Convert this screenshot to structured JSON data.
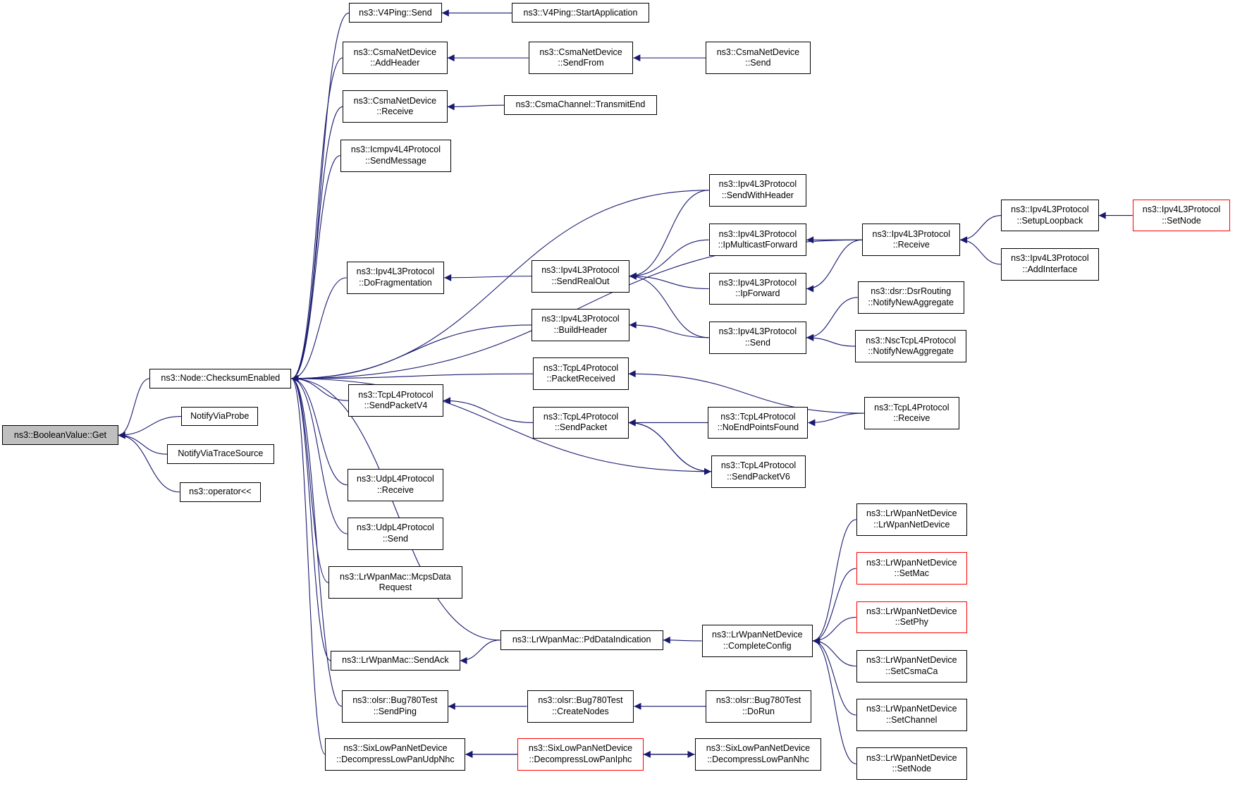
{
  "colors": {
    "edge": "#191970",
    "node_border": "#000000",
    "truncated_border": "#ff0000",
    "root_fill": "#bfbfbf"
  },
  "nodes": [
    {
      "id": "bv_get",
      "label": [
        "ns3::BooleanValue::Get"
      ],
      "root": true
    },
    {
      "id": "checksum",
      "label": [
        "ns3::Node::ChecksumEnabled"
      ]
    },
    {
      "id": "probe",
      "label": [
        "NotifyViaProbe"
      ]
    },
    {
      "id": "trace",
      "label": [
        "NotifyViaTraceSource"
      ]
    },
    {
      "id": "oplt",
      "label": [
        "ns3::operator<<"
      ]
    },
    {
      "id": "v4send",
      "label": [
        "ns3::V4Ping::Send"
      ]
    },
    {
      "id": "v4start",
      "label": [
        "ns3::V4Ping::StartApplication"
      ]
    },
    {
      "id": "csma_add",
      "label": [
        "ns3::CsmaNetDevice",
        "::AddHeader"
      ]
    },
    {
      "id": "csma_sendfrom",
      "label": [
        "ns3::CsmaNetDevice",
        "::SendFrom"
      ]
    },
    {
      "id": "csma_send",
      "label": [
        "ns3::CsmaNetDevice",
        "::Send"
      ]
    },
    {
      "id": "csma_recv",
      "label": [
        "ns3::CsmaNetDevice",
        "::Receive"
      ]
    },
    {
      "id": "csma_tx",
      "label": [
        "ns3::CsmaChannel::TransmitEnd"
      ]
    },
    {
      "id": "icmp",
      "label": [
        "ns3::Icmpv4L4Protocol",
        "::SendMessage"
      ]
    },
    {
      "id": "ip_swh",
      "label": [
        "ns3::Ipv4L3Protocol",
        "::SendWithHeader"
      ]
    },
    {
      "id": "ip_mcast",
      "label": [
        "ns3::Ipv4L3Protocol",
        "::IpMulticastForward"
      ]
    },
    {
      "id": "ip_recv",
      "label": [
        "ns3::Ipv4L3Protocol",
        "::Receive"
      ]
    },
    {
      "id": "ip_loop",
      "label": [
        "ns3::Ipv4L3Protocol",
        "::SetupLoopback"
      ]
    },
    {
      "id": "ip_setnode",
      "label": [
        "ns3::Ipv4L3Protocol",
        "::SetNode"
      ],
      "truncated": true
    },
    {
      "id": "ip_frag",
      "label": [
        "ns3::Ipv4L3Protocol",
        "::DoFragmentation"
      ]
    },
    {
      "id": "ip_sro",
      "label": [
        "ns3::Ipv4L3Protocol",
        "::SendRealOut"
      ]
    },
    {
      "id": "ip_fwd",
      "label": [
        "ns3::Ipv4L3Protocol",
        "::IpForward"
      ]
    },
    {
      "id": "ip_addif",
      "label": [
        "ns3::Ipv4L3Protocol",
        "::AddInterface"
      ]
    },
    {
      "id": "dsr",
      "label": [
        "ns3::dsr::DsrRouting",
        "::NotifyNewAggregate"
      ]
    },
    {
      "id": "ip_bh",
      "label": [
        "ns3::Ipv4L3Protocol",
        "::BuildHeader"
      ]
    },
    {
      "id": "ip_send",
      "label": [
        "ns3::Ipv4L3Protocol",
        "::Send"
      ]
    },
    {
      "id": "nsc",
      "label": [
        "ns3::NscTcpL4Protocol",
        "::NotifyNewAggregate"
      ]
    },
    {
      "id": "tcp_pr",
      "label": [
        "ns3::TcpL4Protocol",
        "::PacketReceived"
      ]
    },
    {
      "id": "tcp_spv4",
      "label": [
        "ns3::TcpL4Protocol",
        "::SendPacketV4"
      ]
    },
    {
      "id": "tcp_sp",
      "label": [
        "ns3::TcpL4Protocol",
        "::SendPacket"
      ]
    },
    {
      "id": "tcp_nep",
      "label": [
        "ns3::TcpL4Protocol",
        "::NoEndPointsFound"
      ]
    },
    {
      "id": "tcp_recv",
      "label": [
        "ns3::TcpL4Protocol",
        "::Receive"
      ]
    },
    {
      "id": "tcp_spv6",
      "label": [
        "ns3::TcpL4Protocol",
        "::SendPacketV6"
      ]
    },
    {
      "id": "udp_recv",
      "label": [
        "ns3::UdpL4Protocol",
        "::Receive"
      ]
    },
    {
      "id": "udp_send",
      "label": [
        "ns3::UdpL4Protocol",
        "::Send"
      ]
    },
    {
      "id": "lr_mcps",
      "label": [
        "ns3::LrWpanMac::McpsData",
        "Request"
      ]
    },
    {
      "id": "lr_dev",
      "label": [
        "ns3::LrWpanNetDevice",
        "::LrWpanNetDevice"
      ]
    },
    {
      "id": "lr_setmac",
      "label": [
        "ns3::LrWpanNetDevice",
        "::SetMac"
      ],
      "truncated": true
    },
    {
      "id": "lr_setphy",
      "label": [
        "ns3::LrWpanNetDevice",
        "::SetPhy"
      ],
      "truncated": true
    },
    {
      "id": "lr_pd",
      "label": [
        "ns3::LrWpanMac::PdDataIndication"
      ]
    },
    {
      "id": "lr_cc",
      "label": [
        "ns3::LrWpanNetDevice",
        "::CompleteConfig"
      ]
    },
    {
      "id": "lr_ack",
      "label": [
        "ns3::LrWpanMac::SendAck"
      ]
    },
    {
      "id": "lr_csma",
      "label": [
        "ns3::LrWpanNetDevice",
        "::SetCsmaCa"
      ]
    },
    {
      "id": "lr_chan",
      "label": [
        "ns3::LrWpanNetDevice",
        "::SetChannel"
      ]
    },
    {
      "id": "lr_node",
      "label": [
        "ns3::LrWpanNetDevice",
        "::SetNode"
      ]
    },
    {
      "id": "olsr_ping",
      "label": [
        "ns3::olsr::Bug780Test",
        "::SendPing"
      ]
    },
    {
      "id": "olsr_cn",
      "label": [
        "ns3::olsr::Bug780Test",
        "::CreateNodes"
      ]
    },
    {
      "id": "olsr_run",
      "label": [
        "ns3::olsr::Bug780Test",
        "::DoRun"
      ]
    },
    {
      "id": "six_udp",
      "label": [
        "ns3::SixLowPanNetDevice",
        "::DecompressLowPanUdpNhc"
      ]
    },
    {
      "id": "six_iphc",
      "label": [
        "ns3::SixLowPanNetDevice",
        "::DecompressLowPanIphc"
      ],
      "truncated": true
    },
    {
      "id": "six_nhc",
      "label": [
        "ns3::SixLowPanNetDevice",
        "::DecompressLowPanNhc"
      ]
    }
  ],
  "edges": [
    [
      "checksum",
      "bv_get"
    ],
    [
      "probe",
      "bv_get"
    ],
    [
      "trace",
      "bv_get"
    ],
    [
      "oplt",
      "bv_get"
    ],
    [
      "v4send",
      "checksum"
    ],
    [
      "csma_add",
      "checksum"
    ],
    [
      "csma_recv",
      "checksum"
    ],
    [
      "icmp",
      "checksum"
    ],
    [
      "ip_swh",
      "checksum"
    ],
    [
      "ip_recv",
      "checksum"
    ],
    [
      "ip_frag",
      "checksum"
    ],
    [
      "ip_bh",
      "checksum"
    ],
    [
      "tcp_pr",
      "checksum"
    ],
    [
      "tcp_spv4",
      "checksum"
    ],
    [
      "tcp_spv6",
      "checksum"
    ],
    [
      "udp_recv",
      "checksum"
    ],
    [
      "udp_send",
      "checksum"
    ],
    [
      "lr_mcps",
      "checksum"
    ],
    [
      "lr_pd",
      "checksum"
    ],
    [
      "lr_ack",
      "checksum"
    ],
    [
      "olsr_ping",
      "checksum"
    ],
    [
      "six_udp",
      "checksum"
    ],
    [
      "v4start",
      "v4send"
    ],
    [
      "csma_sendfrom",
      "csma_add"
    ],
    [
      "csma_send",
      "csma_sendfrom"
    ],
    [
      "csma_tx",
      "csma_recv"
    ],
    [
      "ip_sro",
      "ip_frag"
    ],
    [
      "ip_swh",
      "ip_sro"
    ],
    [
      "ip_mcast",
      "ip_sro"
    ],
    [
      "ip_fwd",
      "ip_sro"
    ],
    [
      "ip_send",
      "ip_sro"
    ],
    [
      "ip_recv",
      "ip_mcast"
    ],
    [
      "ip_recv",
      "ip_fwd"
    ],
    [
      "ip_loop",
      "ip_recv"
    ],
    [
      "ip_addif",
      "ip_recv"
    ],
    [
      "ip_setnode",
      "ip_loop"
    ],
    [
      "ip_send",
      "ip_bh"
    ],
    [
      "dsr",
      "ip_send"
    ],
    [
      "nsc",
      "ip_send"
    ],
    [
      "tcp_recv",
      "tcp_pr"
    ],
    [
      "tcp_sp",
      "tcp_spv4"
    ],
    [
      "tcp_nep",
      "tcp_sp"
    ],
    [
      "tcp_spv6",
      "tcp_sp"
    ],
    [
      "tcp_sp",
      "tcp_spv6"
    ],
    [
      "tcp_recv",
      "tcp_nep"
    ],
    [
      "lr_pd",
      "lr_ack"
    ],
    [
      "lr_cc",
      "lr_pd"
    ],
    [
      "lr_dev",
      "lr_cc"
    ],
    [
      "lr_setmac",
      "lr_cc"
    ],
    [
      "lr_setphy",
      "lr_cc"
    ],
    [
      "lr_csma",
      "lr_cc"
    ],
    [
      "lr_chan",
      "lr_cc"
    ],
    [
      "lr_node",
      "lr_cc"
    ],
    [
      "olsr_cn",
      "olsr_ping"
    ],
    [
      "olsr_run",
      "olsr_cn"
    ],
    [
      "six_iphc",
      "six_udp"
    ],
    [
      "six_nhc",
      "six_udp"
    ],
    [
      "six_nhc",
      "six_iphc"
    ],
    [
      "six_iphc",
      "six_nhc"
    ]
  ]
}
